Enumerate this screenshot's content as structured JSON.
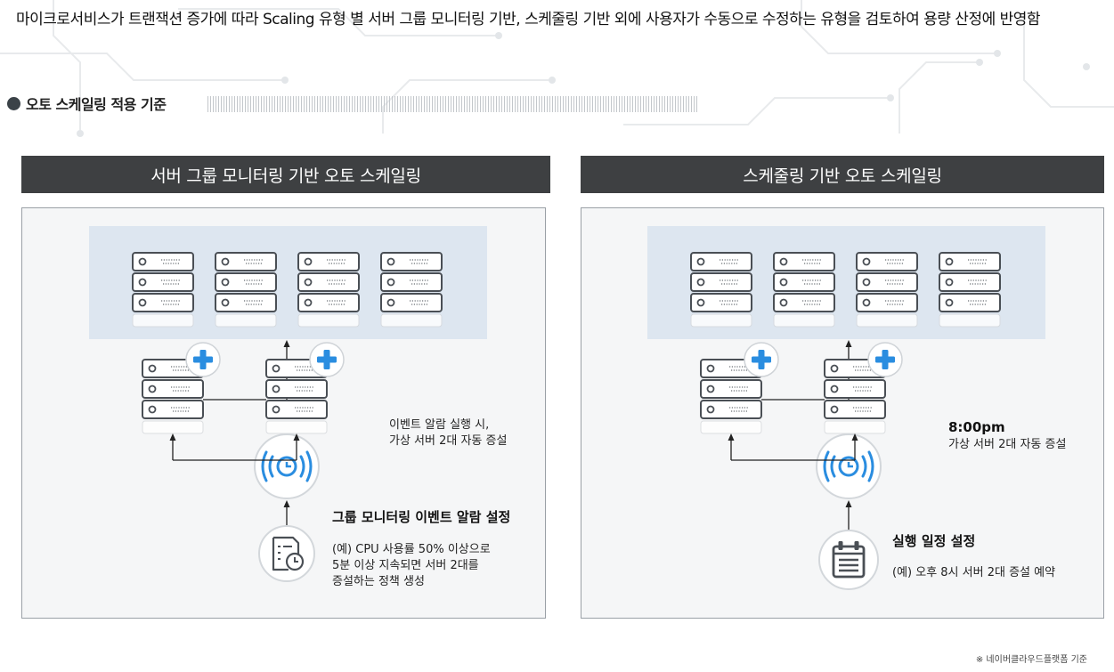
{
  "intro_text": "마이크로서비스가 트랜잭션 증가에 따라 Scaling 유형 별 서버 그룹 모니터링 기반, 스케줄링 기반 외에 사용자가 수동으로 수정하는 유형을 검토하여 용량 산정에 반영함",
  "section": {
    "title": "오토 스케일링 적용 기준"
  },
  "panels": [
    {
      "title": "서버 그룹 모니터링 기반 오토 스케일링",
      "event_caption": [
        "이벤트 알람 실행 시,",
        "가상 서버 2대 자동 증설"
      ],
      "setting_title": "그룹 모니터링 이벤트 알람 설정",
      "setting_desc": [
        "(예)  CPU 사용률 50% 이상으로",
        "5분 이상 지속되면 서버 2대를",
        "증설하는 정책 생성"
      ]
    },
    {
      "title": "스케줄링 기반 오토 스케일링",
      "event_time": "8:00pm",
      "event_caption": [
        "가상 서버 2대 자동 증설"
      ],
      "setting_title": "실행 일정 설정",
      "setting_desc": [
        "(예)  오후 8시 서버 2대 증설 예약"
      ]
    }
  ],
  "footnote": "※ 네이버클라우드플랫폼 기준",
  "colors": {
    "header_bg": "#3e4042",
    "cluster_bg": "#dde6f0",
    "plus_blue": "#2a8de0",
    "clock_blue": "#2a8de0"
  },
  "icons": [
    "server-icon",
    "plus-icon",
    "timer-icon",
    "policy-document-icon",
    "calendar-icon"
  ]
}
